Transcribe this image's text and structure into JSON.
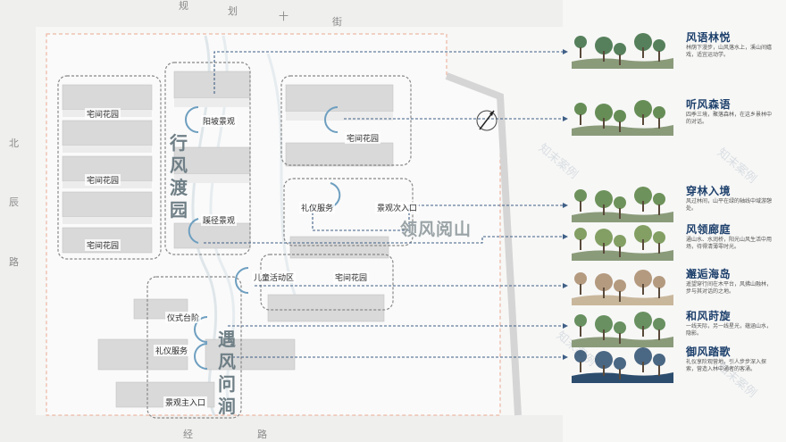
{
  "roads": {
    "top": [
      "规",
      "划",
      "十",
      "街"
    ],
    "left": [
      "北",
      "辰",
      "路"
    ],
    "bottom": [
      "经",
      "路"
    ]
  },
  "zones": {
    "courtyard_1": "宅间花园",
    "courtyard_2": "宅间花园",
    "courtyard_3": "宅间花园",
    "sunlit_view": "阳坡景观",
    "center_garden": "宅间花园",
    "seam_view": "蹊径景观",
    "gift_service": "礼仪服务",
    "view_entrance": "景观次入口",
    "kids_zone": "儿童活动区",
    "courtyard_south": "宅间花园",
    "ceremony_steps": "仪式台阶",
    "gift_service_2": "礼仪服务",
    "main_entrance": "景观主入口"
  },
  "routes": {
    "route_1": [
      "行",
      "风",
      "渡",
      "园"
    ],
    "route_2_label": "领风阅山",
    "route_3": [
      "遇",
      "风",
      "问",
      "涧"
    ]
  },
  "legend": [
    {
      "title": "风语林悦",
      "desc": "林荫下漫步，山风落水上，溪山间嬉戏，适宜运动学。",
      "color": "#3a6b3f"
    },
    {
      "title": "听风森语",
      "desc": "四季三境，聚落森林，在这乡景林中的对话。",
      "color": "#4c7a3a"
    },
    {
      "title": "穿林入境",
      "desc": "风过林间，山平在绿的轴线中域游憩处。",
      "color": "#56803f"
    },
    {
      "title": "风领廊庭",
      "desc": "通山水、水润桥，阳光山风生活中用场，待得清薄零时光。",
      "color": "#6e8f4a"
    },
    {
      "title": "邂逅海岛",
      "desc": "遥望穿行间在木平台，风拂山融林，步与其对话的之地。",
      "color": "#a8896a"
    },
    {
      "title": "和风莳旋",
      "desc": "一线天际，另一线星光，蕴涵山水，隐影。",
      "color": "#4f7e45"
    },
    {
      "title": "御风踏歌",
      "desc": "礼仪享阶观营地，引人步步深入探索，营造入林中通者的客涌。",
      "color": "#2c4d6e"
    }
  ],
  "colors": {
    "accent": "#1c3f6b",
    "dashed_line": "#3f5f86",
    "route_arc": "#6e9fc0"
  },
  "watermark": "知末案例"
}
